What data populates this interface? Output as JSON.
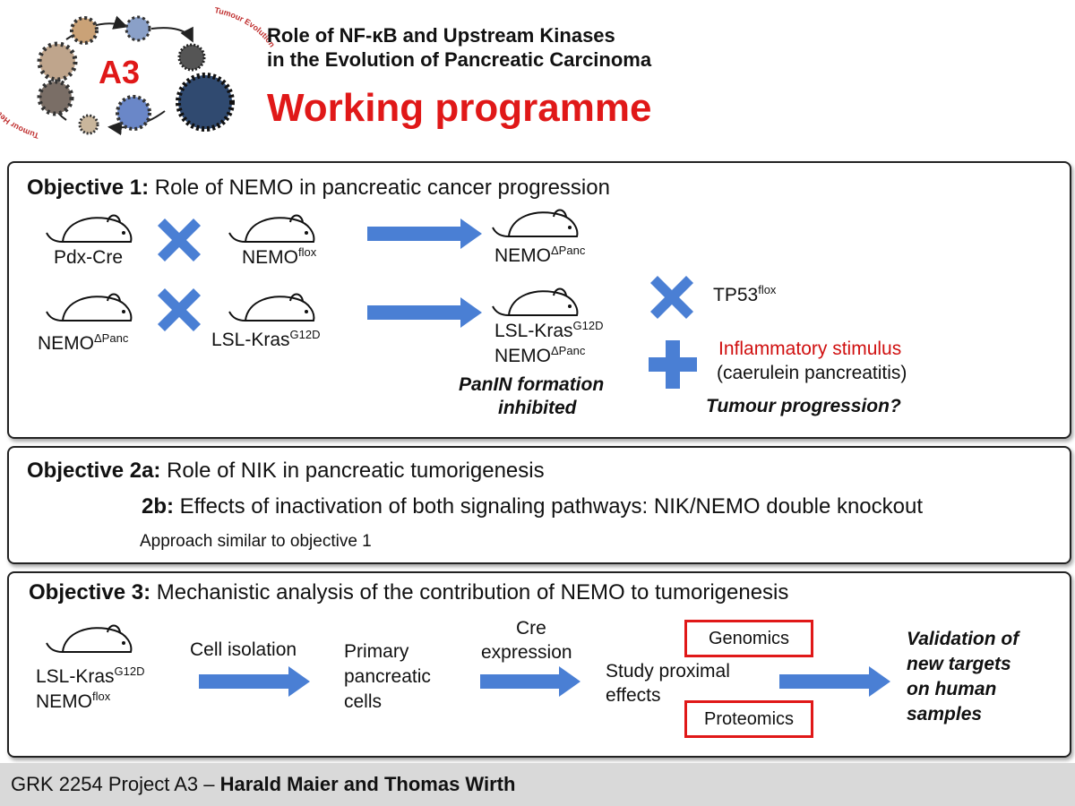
{
  "logo": {
    "label": "A3",
    "left_arc": "Tumour Heterogeneity",
    "right_arc": "Tumour Evolution"
  },
  "header": {
    "title_line1": "Role of NF-κB and Upstream Kinases",
    "title_line2": "in the Evolution of Pancreatic Carcinoma",
    "main_title": "Working programme"
  },
  "objective1": {
    "label": "Objective 1:",
    "text": " Role of NEMO in pancreatic cancer progression",
    "row1": {
      "mouse1": "Pdx-Cre",
      "mouse2_base": "NEMO",
      "mouse2_sup": "flox",
      "result_base": "NEMO",
      "result_sup": "ΔPanc"
    },
    "row2": {
      "mouse1_base": "NEMO",
      "mouse1_sup": "ΔPanc",
      "mouse2_base": "LSL-Kras",
      "mouse2_sup": "G12D",
      "result1_base": "LSL-Kras",
      "result1_sup": "G12D",
      "result2_base": "NEMO",
      "result2_sup": "ΔPanc",
      "outcome_line1": "PanIN formation",
      "outcome_line2": "inhibited"
    },
    "tp53_base": "TP53",
    "tp53_sup": "flox",
    "inflammatory": "Inflammatory stimulus",
    "caerulein": "(caerulein pancreatitis)",
    "question": "Tumour progression?"
  },
  "objective2": {
    "label_a": "Objective 2a:",
    "text_a": " Role of NIK in pancreatic tumorigenesis",
    "label_b": "2b:",
    "text_b": " Effects of inactivation of both signaling pathways: NIK/NEMO double knockout",
    "approach": "Approach similar to objective 1"
  },
  "objective3": {
    "label": "Objective 3:",
    "text": " Mechanistic analysis of the contribution of NEMO to tumorigenesis",
    "mouse_line1_base": "LSL-Kras",
    "mouse_line1_sup": "G12D",
    "mouse_line2_base": "NEMO",
    "mouse_line2_sup": "flox",
    "step1": "Cell isolation",
    "cells_line1": "Primary",
    "cells_line2": "pancreatic",
    "cells_line3": "cells",
    "step2_line1": "Cre",
    "step2_line2": "expression",
    "study_line1": "Study proximal",
    "study_line2": "effects",
    "genomics": "Genomics",
    "proteomics": "Proteomics",
    "validation_line1": "Validation of",
    "validation_line2": "new targets",
    "validation_line3": "on human",
    "validation_line4": "samples"
  },
  "footer": {
    "prefix": "GRK 2254 Project A3 – ",
    "authors": "Harald Maier and Thomas Wirth"
  },
  "colors": {
    "accent_red": "#e01818",
    "arrow_blue": "#4a7fd4",
    "cross_blue": "#4a7fd4"
  }
}
